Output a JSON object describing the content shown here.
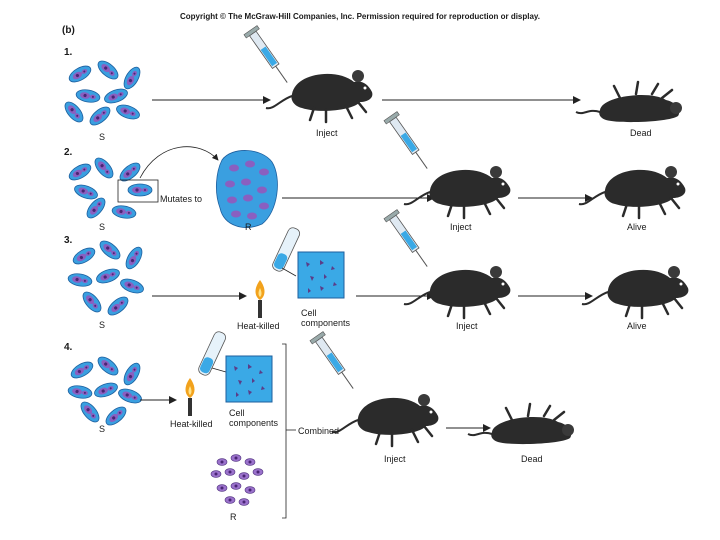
{
  "copyright": "Copyright © The McGraw-Hill Companies, Inc. Permission required for reproduction or display.",
  "panel": "(b)",
  "rows": [
    {
      "number": "1.",
      "strain": "S",
      "mouse1_label": "Inject",
      "outcome": "Dead"
    },
    {
      "number": "2.",
      "strain": "S",
      "mutation_label": "Mutates to",
      "mutant_strain": "R",
      "mouse1_label": "Inject",
      "outcome": "Alive"
    },
    {
      "number": "3.",
      "strain": "S",
      "treatment": "Heat-killed",
      "components": "Cell\ncomponents",
      "mouse1_label": "Inject",
      "outcome": "Alive"
    },
    {
      "number": "4.",
      "strain": "S",
      "treatment": "Heat-killed",
      "components": "Cell\ncomponents",
      "combined_label": "Combined",
      "extra_strain": "R",
      "mouse1_label": "Inject",
      "outcome": "Dead"
    }
  ],
  "colors": {
    "s_cell": "#3a9fe0",
    "r_cell": "#8a5fc0",
    "nucleus": "#6b3a9a",
    "mouse": "#2b2b2b",
    "liquid": "#3aa9e6",
    "flame": "#f2a21c"
  }
}
